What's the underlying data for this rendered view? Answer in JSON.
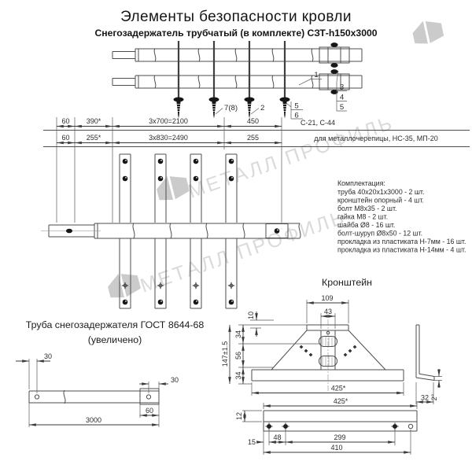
{
  "title": "Элементы безопасности кровли",
  "subtitle": "Снегозадержатель трубчатый (в комплекте) СЗТ-h150х3000",
  "watermark": {
    "text": "МЕТАЛЛ ПРОФИЛЬ"
  },
  "top_view": {
    "callout_1": "1",
    "callout_2": "2",
    "callout_3": "3",
    "callout_4": "4",
    "callout_5": "5",
    "callout_5b": "5",
    "callout_6": "6",
    "callout_7_8": "7(8)"
  },
  "dim_table": {
    "row1": {
      "cells": [
        "60",
        "390*",
        "3х700=2100",
        "450"
      ],
      "right": "С-21, С-44"
    },
    "row2": {
      "cells": [
        "60",
        "255*",
        "3х830=2490",
        "255"
      ],
      "right": "для металлочерепицы, НС-35, МП-20"
    }
  },
  "kit": {
    "heading": "Комплектация:",
    "items": [
      "труба 40х20х1х3000 - 2 шт.",
      "кронштейн опорный - 4 шт.",
      "болт М8х35 - 2 шт.",
      "гайка М8 - 2 шт.",
      "шайба Ø8 - 16 шт.",
      "болт-шуруп Ø8х50 - 12 шт.",
      "прокладка из пластиката Н-7мм - 16 шт.",
      "прокладка из пластиката Н-14мм - 4 шт."
    ]
  },
  "bracket": {
    "title": "Кронштейн",
    "dims": {
      "w109": "109",
      "w43": "43",
      "h10": "10",
      "h34_top": "34",
      "h56": "56",
      "h34_bottom": "34",
      "h147": "147±1.5",
      "base_425": "425*",
      "side_32": "32",
      "angle_2": "2°",
      "strip_425": "425*",
      "strip_12": "12",
      "s15": "15",
      "s48": "48",
      "s299": "299",
      "s410": "410"
    }
  },
  "tube_detail": {
    "title": "Труба снегозадержателя ГОСТ 8644-68",
    "subtitle": "(увеличено)",
    "dims": {
      "left_30": "30",
      "right_30": "30",
      "sleeve_60": "60",
      "length_3000": "3000"
    }
  }
}
